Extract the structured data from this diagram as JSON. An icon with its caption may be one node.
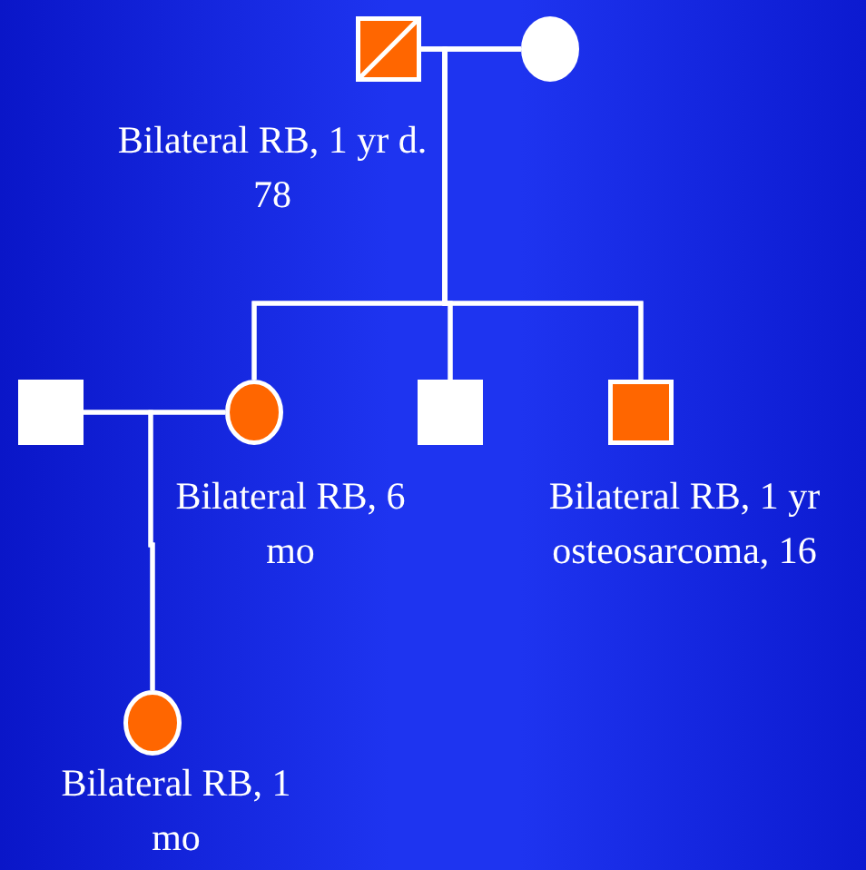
{
  "diagram": {
    "nodes": [
      {
        "text": [],
        "shape": "box",
        "beside": [
          "Bilateral RB, 1 yr d. 78"
        ]
      },
      {
        "text": [],
        "shape": "circle"
      },
      {
        "text": [],
        "shape": "box"
      },
      {
        "text": [],
        "shape": "circle",
        "beside": [
          "Bilateral RB, 6 mo"
        ]
      },
      {
        "text": [],
        "shape": "box"
      },
      {
        "text": [],
        "shape": "box",
        "beside": [
          "Bilateral RB, 1 yr osteosarcoma, 16"
        ]
      },
      {
        "text": [],
        "shape": "circle",
        "beside": [
          "Bilateral RB, 1 mo"
        ]
      }
    ],
    "edges": [
      {
        "from": 0,
        "to": 1,
        "arrow": "none"
      },
      {
        "from": 0,
        "to": 3,
        "arrow": "none"
      },
      {
        "from": 0,
        "to": 4,
        "arrow": "none"
      },
      {
        "from": 0,
        "to": 5,
        "arrow": "none"
      },
      {
        "from": 1,
        "to": 3,
        "arrow": "none"
      },
      {
        "from": 1,
        "to": 4,
        "arrow": "none"
      },
      {
        "from": 1,
        "to": 5,
        "arrow": "none"
      },
      {
        "from": 2,
        "to": 3,
        "arrow": "none"
      },
      {
        "from": 2,
        "to": 6,
        "arrow": "none"
      },
      {
        "from": 3,
        "to": 6,
        "arrow": "none"
      }
    ]
  }
}
